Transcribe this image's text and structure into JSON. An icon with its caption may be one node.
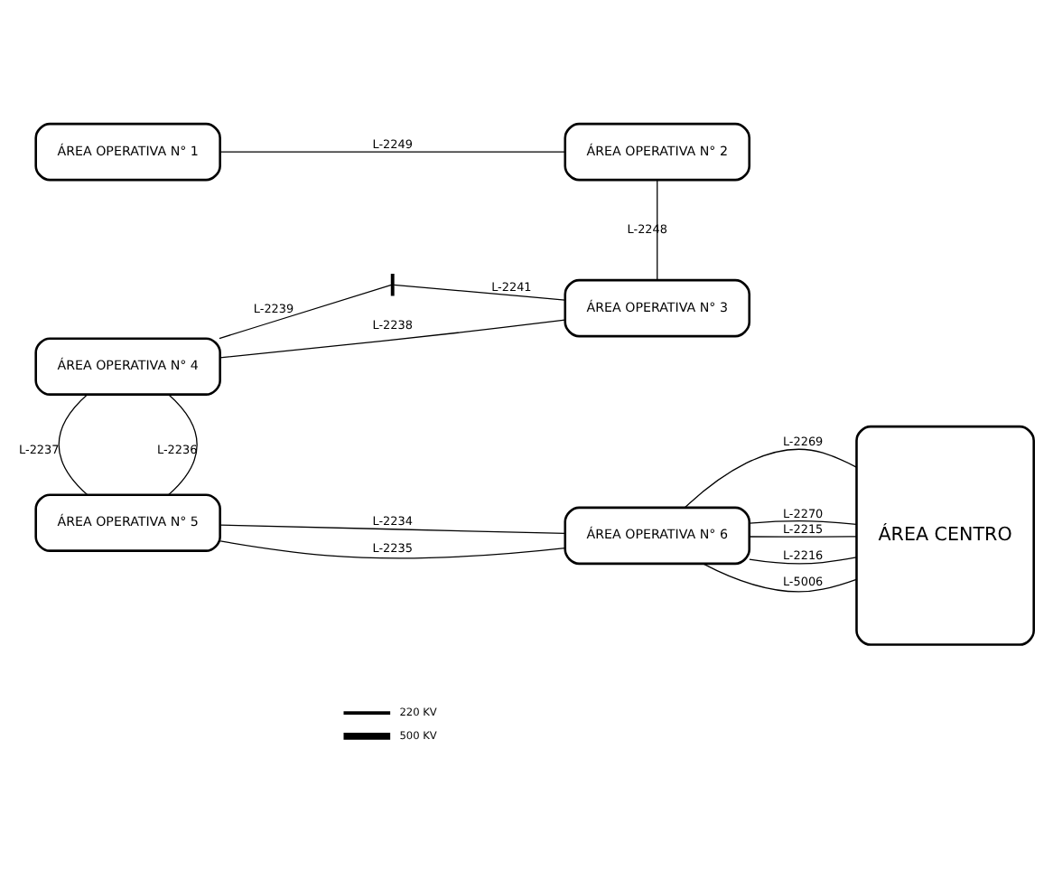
{
  "diagram": {
    "nodes": [
      {
        "text": [
          "ÁREA OPERATIVA N° 1"
        ]
      },
      {
        "text": [
          "ÁREA OPERATIVA N° 2"
        ]
      },
      {
        "text": [
          "ÁREA OPERATIVA N° 4"
        ]
      },
      {
        "text": [],
        "shape": "bar"
      },
      {
        "text": [
          "ÁREA OPERATIVA N° 3"
        ]
      },
      {
        "text": [
          "ÁREA CENTRO"
        ]
      },
      {
        "text": [
          "ÁREA OPERATIVA N° 5"
        ]
      },
      {
        "text": [
          "ÁREA OPERATIVA N° 6"
        ]
      }
    ],
    "edges": [
      {
        "from": 0,
        "to": 1,
        "arrow": "none",
        "label": "L-2249"
      },
      {
        "from": 1,
        "to": 4,
        "arrow": "none",
        "label": "L-2248"
      },
      {
        "from": 2,
        "to": 4,
        "arrow": "none",
        "label": "L-2238"
      },
      {
        "from": 2,
        "to": 3,
        "arrow": "none",
        "label": "L-2239"
      },
      {
        "from": 3,
        "to": 4,
        "arrow": "none",
        "label": "L-2241"
      },
      {
        "from": 2,
        "to": 6,
        "arrow": "none",
        "label": "L-2236"
      },
      {
        "from": 2,
        "to": 6,
        "arrow": "none",
        "label": "L-2237"
      },
      {
        "from": 6,
        "to": 7,
        "arrow": "none",
        "label": "L-2234"
      },
      {
        "from": 6,
        "to": 7,
        "arrow": "none",
        "label": "L-2235"
      },
      {
        "from": 7,
        "to": 5,
        "arrow": "none",
        "label": "L-2269"
      },
      {
        "from": 7,
        "to": 5,
        "arrow": "none",
        "label": "L-2270"
      },
      {
        "from": 7,
        "to": 5,
        "arrow": "none",
        "label": "L-2215"
      },
      {
        "from": 7,
        "to": 5,
        "arrow": "none",
        "label": "L-2216"
      },
      {
        "from": 7,
        "to": 5,
        "arrow": "none",
        "label": "L-5006"
      }
    ],
    "legend": [
      {
        "text": "220 KV"
      },
      {
        "text": "500 KV"
      }
    ]
  }
}
